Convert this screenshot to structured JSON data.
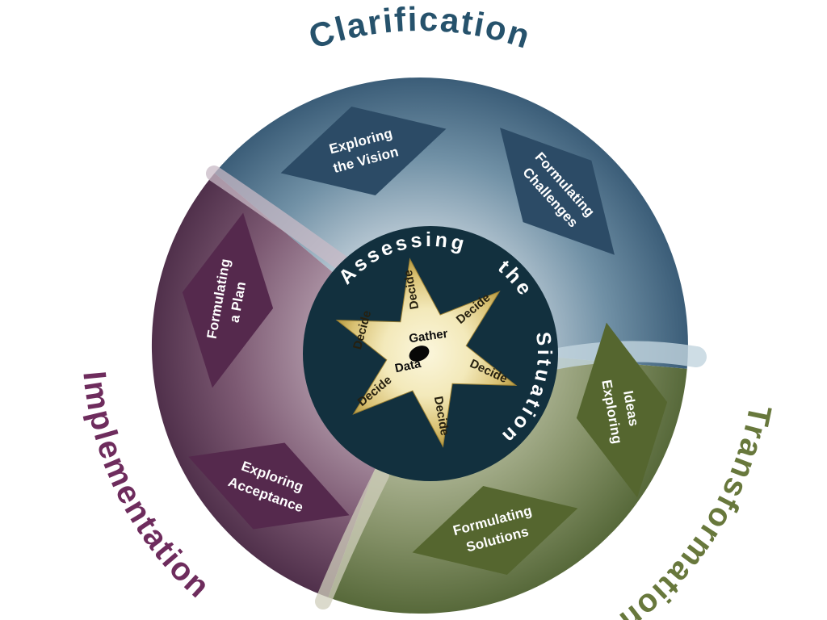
{
  "stages": {
    "clarification": {
      "label": "Clarification",
      "text_color": "#26526c"
    },
    "transformation": {
      "label": "Transformation",
      "text_color": "#68783c"
    },
    "implementation": {
      "label": "Implementation",
      "text_color": "#6e2c5d"
    }
  },
  "steps": {
    "vision": {
      "line1": "Exploring",
      "line2": "the Vision"
    },
    "challenges": {
      "line1": "Formulating",
      "line2": "Challenges"
    },
    "ideas": {
      "line1": "Exploring",
      "line2": "Ideas"
    },
    "solutions": {
      "line1": "Formulating",
      "line2": "Solutions"
    },
    "acceptance": {
      "line1": "Exploring",
      "line2": "Acceptance"
    },
    "plan": {
      "line1": "Formulating",
      "line2": "a Plan"
    }
  },
  "center": {
    "arc_label": "Assessing the Situation",
    "decide_label": "Decide",
    "gather_line1": "Gather",
    "gather_line2": "Data"
  },
  "colors": {
    "clarification_region": "#3b5d78",
    "transformation_region": "#57693a",
    "implementation_region": "#50304b",
    "clarification_step": "#2c4b66",
    "transformation_step": "#55662f",
    "implementation_step": "#55294d",
    "center_circle": "#12303e",
    "star_gold": "#b3953a",
    "star_pale": "#fbf6dc"
  }
}
